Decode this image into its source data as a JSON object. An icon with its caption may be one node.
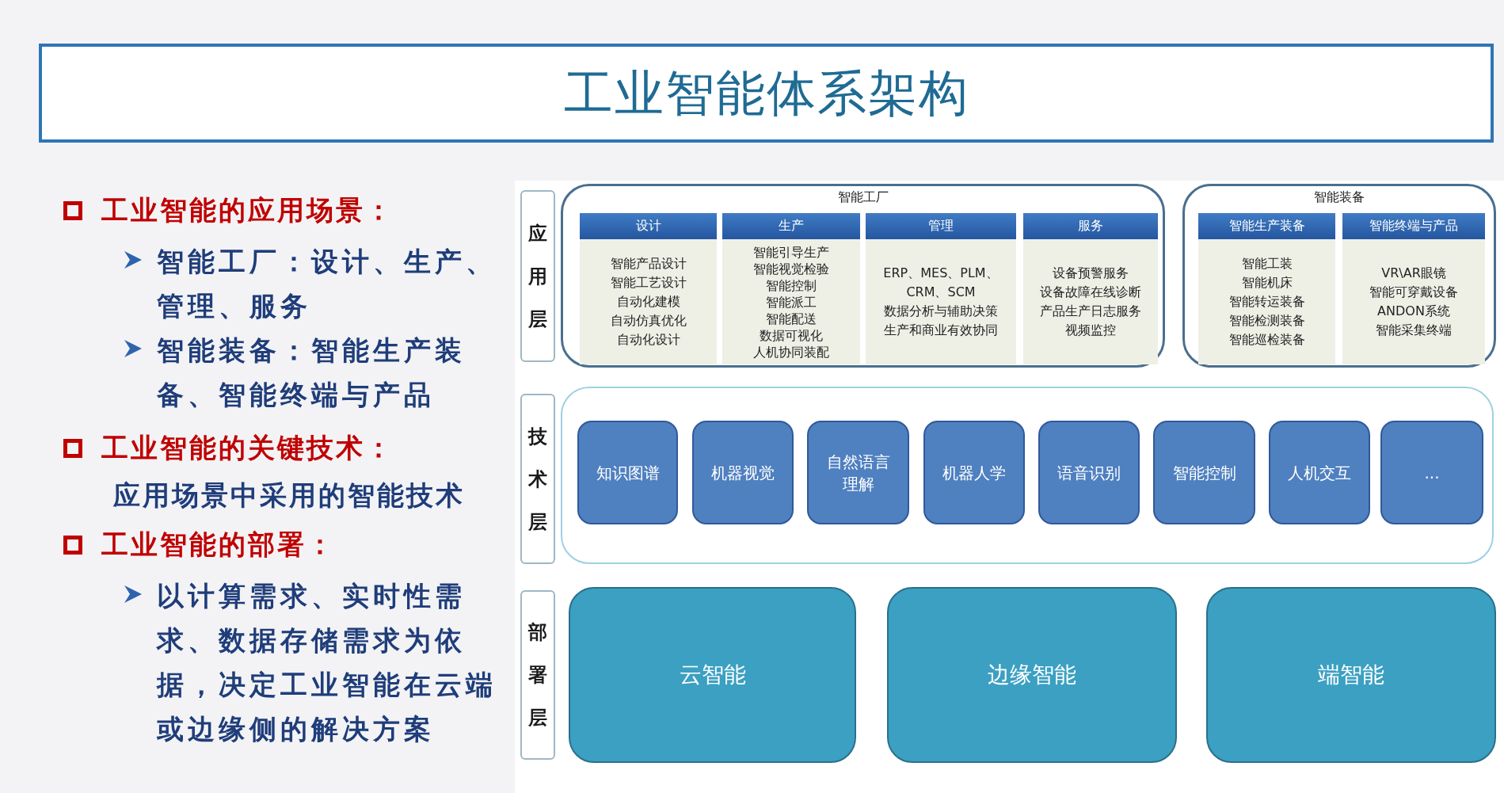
{
  "diagram": {
    "title": "工业智能体系架构",
    "nodes": [
      {
        "text": [
          "应用层"
        ]
      },
      {
        "text": [
          "技术层"
        ]
      },
      {
        "text": [
          "部署层"
        ]
      },
      {
        "text": [
          "智能工厂"
        ]
      },
      {
        "text": [
          "设计",
          "智能产品设计",
          "智能工艺设计",
          "自动化建模",
          "自动仿真优化",
          "自动化设计"
        ],
        "in": 3
      },
      {
        "text": [
          "生产",
          "智能引导生产",
          "智能视觉检验",
          "智能控制",
          "智能派工",
          "智能配送",
          "数据可视化",
          "人机协同装配"
        ],
        "in": 3
      },
      {
        "text": [
          "管理",
          "ERP、MES、PLM、CRM、SCM",
          "数据分析与辅助决策",
          "生产和商业有效协同"
        ],
        "in": 3
      },
      {
        "text": [
          "服务",
          "设备预警服务",
          "设备故障在线诊断",
          "产品生产日志服务",
          "视频监控"
        ],
        "in": 3
      },
      {
        "text": [
          "智能装备"
        ]
      },
      {
        "text": [
          "智能生产装备",
          "智能工装",
          "智能机床",
          "智能转运装备",
          "智能检测装备",
          "智能巡检装备"
        ],
        "in": 8
      },
      {
        "text": [
          "智能终端与产品",
          "VR\\AR眼镜",
          "智能可穿戴设备",
          "ANDON系统",
          "智能采集终端"
        ],
        "in": 8
      },
      {
        "text": [],
        "shape": "box"
      },
      {
        "text": [
          "知识图谱"
        ],
        "in": 11
      },
      {
        "text": [
          "机器视觉"
        ],
        "in": 11
      },
      {
        "text": [
          "自然语言理解"
        ],
        "in": 11
      },
      {
        "text": [
          "机器人学"
        ],
        "in": 11
      },
      {
        "text": [
          "语音识别"
        ],
        "in": 11
      },
      {
        "text": [
          "智能控制"
        ],
        "in": 11
      },
      {
        "text": [
          "人机交互"
        ],
        "in": 11
      },
      {
        "text": [
          "..."
        ],
        "in": 11
      },
      {
        "text": [
          "云智能"
        ]
      },
      {
        "text": [
          "边缘智能"
        ]
      },
      {
        "text": [
          "端智能"
        ]
      }
    ],
    "edges": [],
    "labels": [
      "工业智能的应用场景：",
      "智能工厂：设计、生产、管理、服务",
      "智能装备：智能生产装备、智能终端与产品",
      "工业智能的关键技术：",
      "应用场景中采用的智能技术",
      "工业智能的部署：",
      "以计算需求、实时性需求、数据存储需求为依据，决定工业智能在云端或边缘侧的解决方案"
    ]
  }
}
